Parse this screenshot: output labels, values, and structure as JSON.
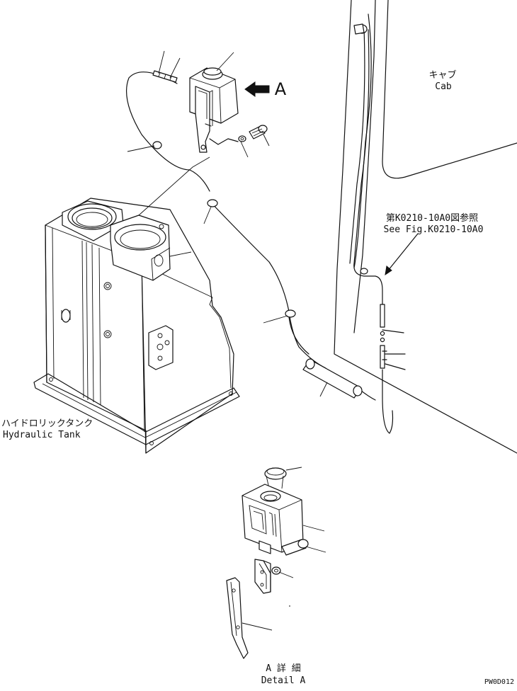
{
  "labels": {
    "cab_jp": "キャブ",
    "cab_en": "Cab",
    "ref_jp": "第K0210-10A0図参照",
    "ref_en": "See Fig.K0210-10A0",
    "view_marker": "A",
    "tank_jp": "ハイドロリックタンク",
    "tank_en": "Hydraulic Tank",
    "detail_jp": "A 詳 細",
    "detail_en": "Detail A",
    "drawing_id": "PW0D012"
  }
}
